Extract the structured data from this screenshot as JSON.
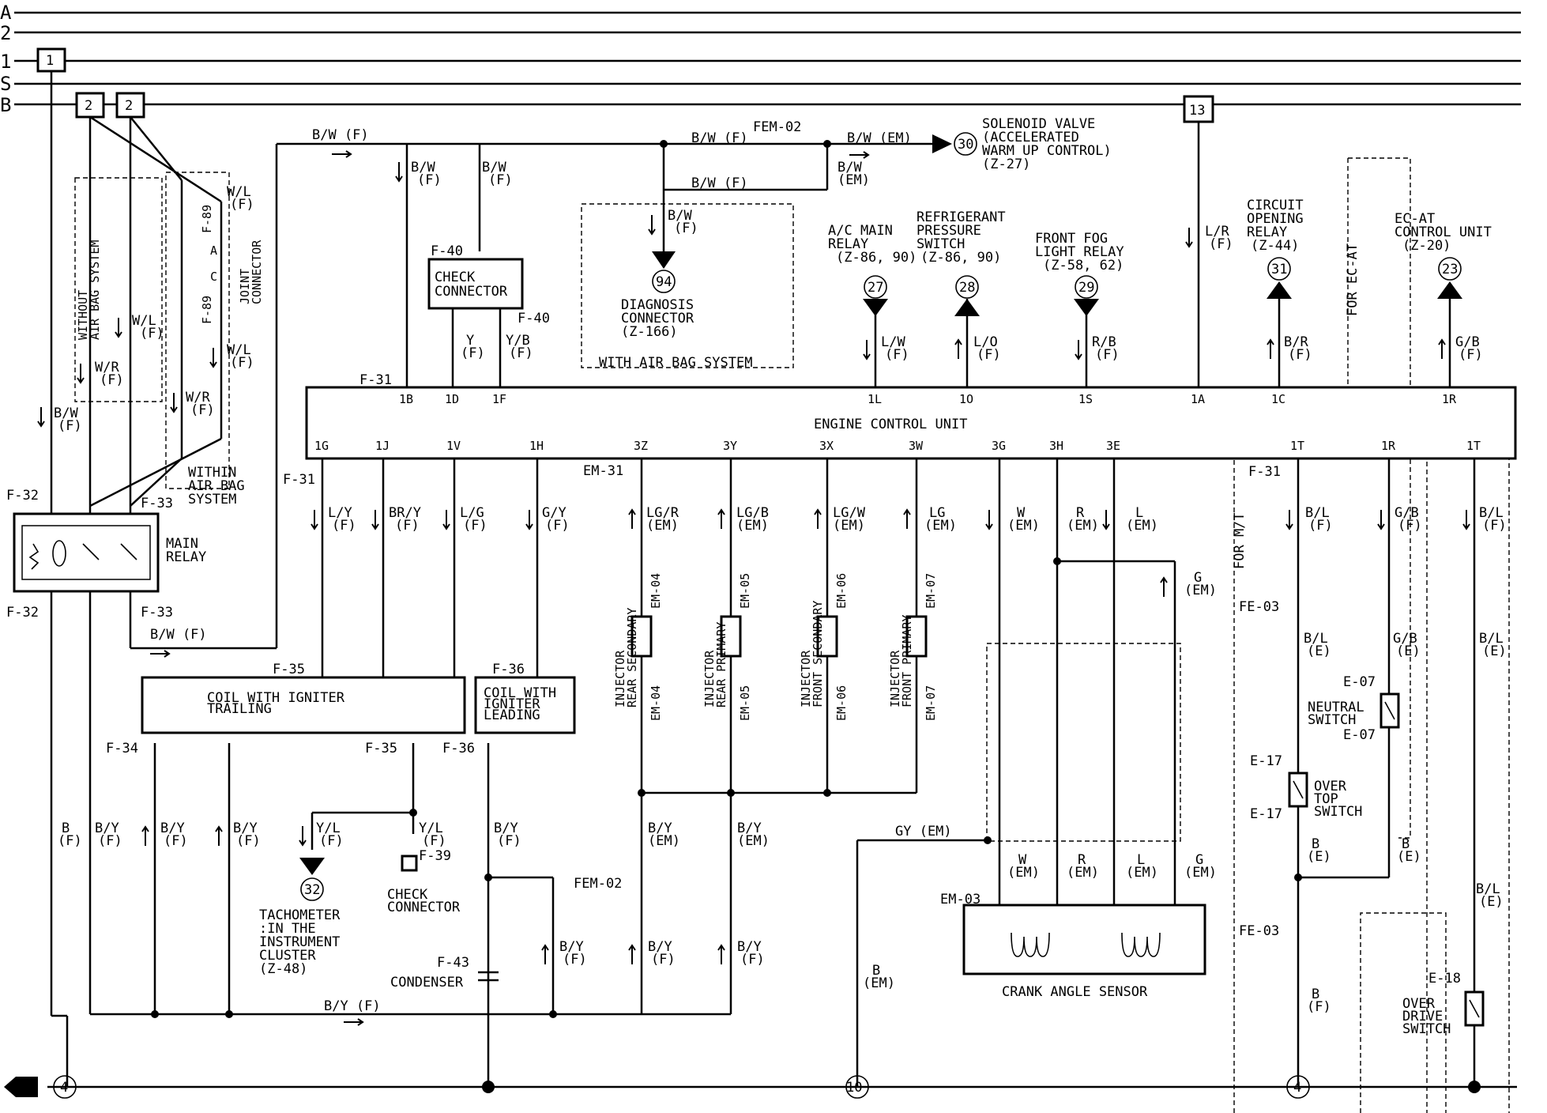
{
  "buses": [
    "A",
    "2",
    "1",
    "S",
    "B"
  ],
  "fuses": {
    "f1": "1",
    "f2a": "2",
    "f2b": "2",
    "f13": "13"
  },
  "ecu": {
    "title": "ENGINE CONTROL UNIT"
  },
  "top_pins": [
    "1B",
    "1D",
    "1F",
    "1L",
    "1O",
    "1S",
    "1A",
    "1C",
    "1R"
  ],
  "bottom_pins": [
    "1G",
    "1J",
    "1V",
    "1H",
    "3Z",
    "3Y",
    "3X",
    "3W",
    "3G",
    "3H",
    "3E",
    "1T",
    "1R",
    "1T"
  ],
  "connectors": {
    "f31a": "F-31",
    "f31b": "F-31",
    "f31c": "F-31",
    "f32a": "F-32",
    "f32b": "F-32",
    "f33a": "F-33",
    "f33b": "F-33",
    "f89a": "F-89",
    "f89b": "F-89",
    "f40a": "F-40",
    "f40b": "F-40",
    "fem02a": "FEM-02",
    "fem02b": "FEM-02",
    "em31": "EM-31",
    "f35a": "F-35",
    "f35b": "F-35",
    "f36a": "F-36",
    "f36b": "F-36",
    "f34": "F-34",
    "f39": "F-39",
    "f43": "F-43",
    "em03": "EM-03",
    "fe03a": "FE-03",
    "fe03b": "FE-03",
    "e07a": "E-07",
    "e07b": "E-07",
    "e17a": "E-17",
    "e17b": "E-17",
    "e18": "E-18",
    "ca": "A",
    "cc": "C"
  },
  "wires": {
    "bw_f": "B/W (F)",
    "bw_em": "B/W (EM)",
    "bw1": "B/W",
    "bw2": "B/W",
    "bw3": "B/W",
    "bw4": "B/W",
    "bw5": "B/W",
    "wl1": "W/L",
    "wl2": "W/L",
    "wl3": "W/L",
    "wr1": "W/R",
    "wr2": "W/R",
    "lr": "L/R",
    "lw": "L/W",
    "lo": "L/O",
    "rb": "R/B",
    "br": "B/R",
    "gb1": "G/B",
    "gb2": "G/B",
    "gb3": "G/B",
    "y": "Y",
    "yb": "Y/B",
    "ly": "L/Y",
    "bry": "BR/Y",
    "lg": "L/G",
    "gy": "G/Y",
    "lgr": "LG/R",
    "lgb": "LG/B",
    "lgw": "LG/W",
    "lg2": "LG",
    "w1": "W",
    "w2": "W",
    "r1": "R",
    "r2": "R",
    "l1": "L",
    "l2": "L",
    "g1": "G",
    "g2": "G",
    "bl1": "B/L",
    "bl2": "B/L",
    "bl3": "B/L",
    "bl4": "B/L",
    "bl5": "B/L",
    "b1": "B",
    "b2": "B",
    "b3": "B",
    "b4": "B",
    "b5": "B",
    "by1": "B/Y",
    "by2": "B/Y",
    "by3": "B/Y",
    "by4": "B/Y",
    "by5": "B/Y",
    "by6": "B/Y",
    "by7": "B/Y",
    "by8": "B/Y",
    "by9": "B/Y",
    "by_f": "B/Y (F)",
    "yl1": "Y/L",
    "yl2": "Y/L",
    "gy_em": "GY (EM)",
    "bw_f2": "B/W (F)"
  },
  "suffix": {
    "f": "(F)",
    "em": "(EM)",
    "e": "(E)"
  },
  "components": {
    "check_connector_top": "CHECK\nCONNECTOR",
    "main_relay": "MAIN\nRELAY",
    "coil_trailing": "COIL WITH IGNITER\nTRAILING",
    "coil_leading": "COIL WITH\nIGNITER\nLEADING",
    "crank_sensor": "CRANK ANGLE SENSOR",
    "condenser": "CONDENSER",
    "check_connector_bot": "CHECK\nCONNECTOR",
    "neutral_switch": "NEUTRAL\nSWITCH",
    "over_top_switch": "OVER\nTOP\nSWITCH",
    "over_drive_switch": "OVER\nDRIVE\nSWITCH",
    "joint_connector": "JOINT\nCONNECTOR",
    "without_airbag": "WITHOUT\nAIR BAG SYSTEM",
    "within_airbag": "WITHIN\nAIR BAG\nSYSTEM",
    "with_airbag": "WITH AIR BAG SYSTEM",
    "for_ecat": "FOR EC-AT",
    "for_mt": "FOR M/T"
  },
  "references": [
    {
      "num": "30",
      "label": "SOLENOID VALVE\n(ACCELERATED\n WARM UP CONTROL)\n(Z-27)"
    },
    {
      "num": "94",
      "label": "DIAGNOSIS\nCONNECTOR\n(Z-166)"
    },
    {
      "num": "27",
      "label": "A/C MAIN\nRELAY\n(Z-86, 90)"
    },
    {
      "num": "28",
      "label": "REFRIGERANT\nPRESSURE\nSWITCH\n(Z-86, 90)"
    },
    {
      "num": "29",
      "label": "FRONT FOG\nLIGHT RELAY\n(Z-58, 62)"
    },
    {
      "num": "31",
      "label": "CIRCUIT\nOPENING\nRELAY\n(Z-44)"
    },
    {
      "num": "23",
      "label": "EC-AT\nCONTROL UNIT\n(Z-20)"
    },
    {
      "num": "32",
      "label": "TACHOMETER\n:IN THE\n INSTRUMENT\n CLUSTER\n(Z-48)"
    }
  ],
  "injectors": [
    {
      "name": "INJECTOR\nREAR SECONDARY",
      "conn": "EM-04",
      "conn2": "EM-04"
    },
    {
      "name": "INJECTOR\nREAR PRIMARY",
      "conn": "EM-05",
      "conn2": "EM-05"
    },
    {
      "name": "INJECTOR\nFRONT SECONDARY",
      "conn": "EM-06",
      "conn2": "EM-06"
    },
    {
      "name": "INJECTOR\nFRONT PRIMARY",
      "conn": "EM-07",
      "conn2": "EM-07"
    }
  ],
  "grounds": [
    "4",
    "10",
    "4"
  ]
}
